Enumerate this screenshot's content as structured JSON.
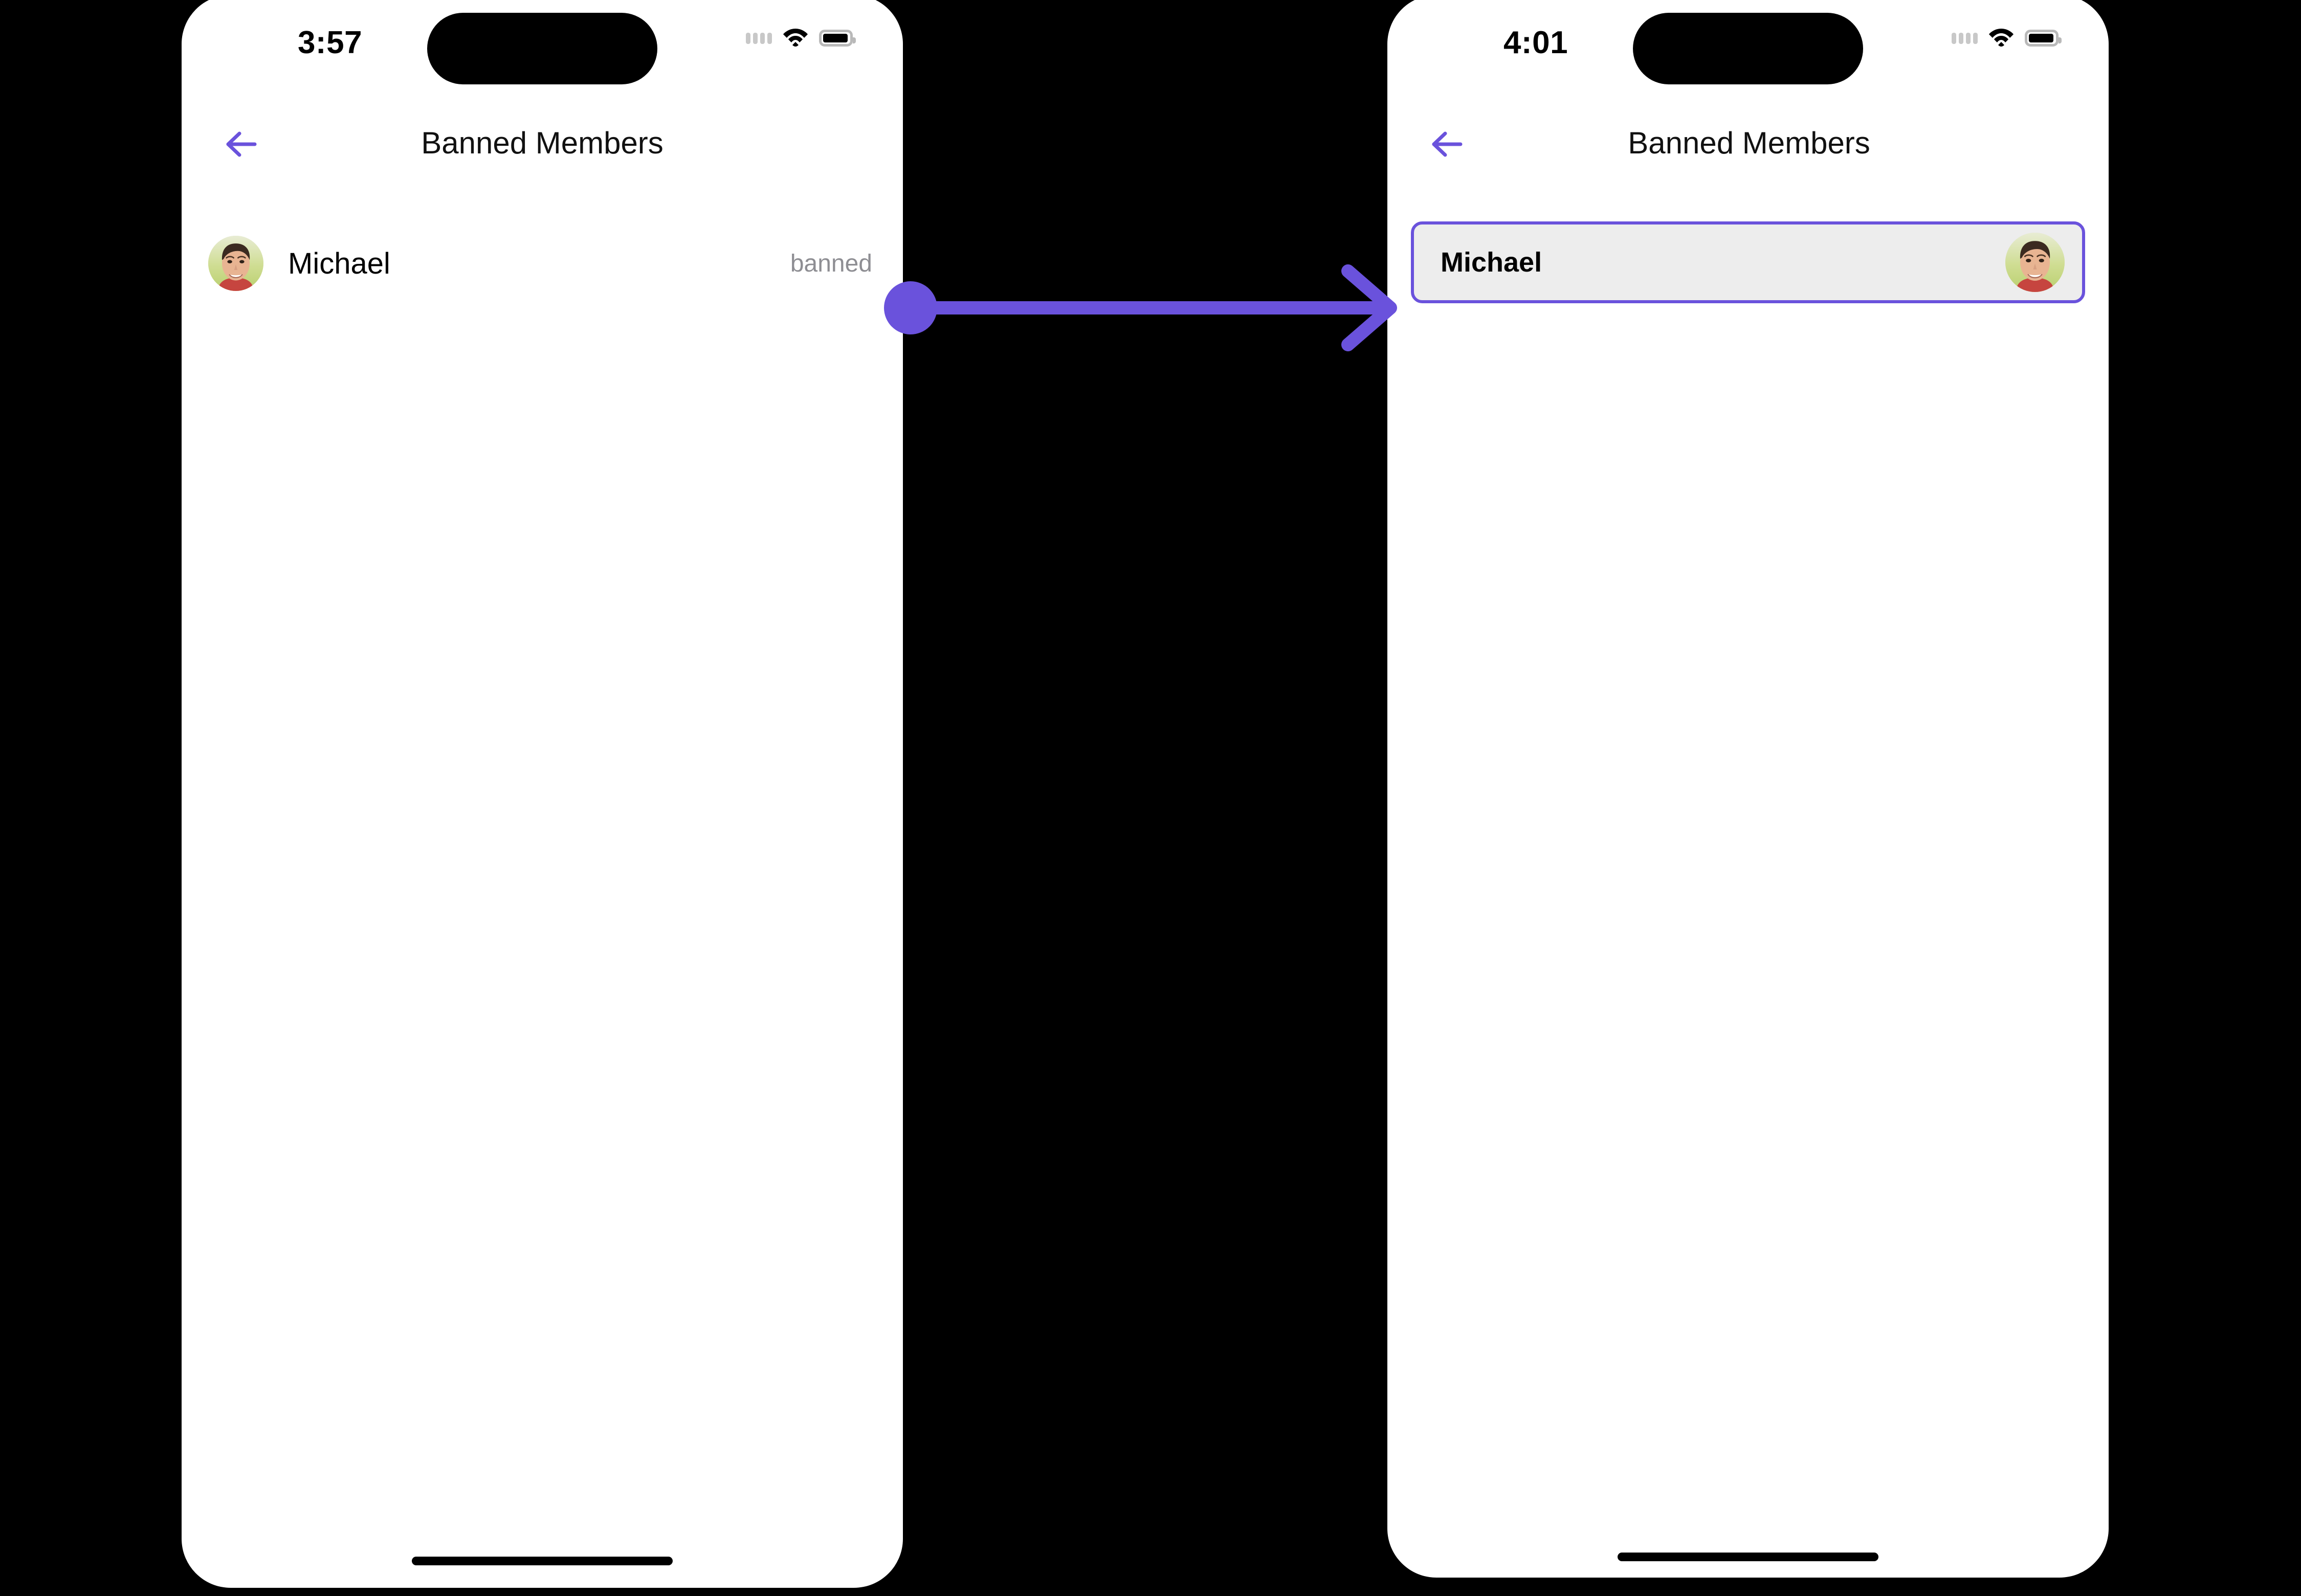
{
  "screens": [
    {
      "id": "before",
      "status_bar": {
        "time": "3:57",
        "cellular_icon": "cellular-dots-icon",
        "wifi_icon": "wifi-icon",
        "battery_icon": "battery-icon"
      },
      "header": {
        "back_icon": "back-arrow-icon",
        "title": "Banned Members"
      },
      "list": {
        "rows": [
          {
            "avatar_icon": "user-avatar-michael",
            "name": "Michael",
            "status": "banned"
          }
        ]
      },
      "home_indicator": "home-indicator"
    },
    {
      "id": "after",
      "status_bar": {
        "time": "4:01",
        "cellular_icon": "cellular-dots-icon",
        "wifi_icon": "wifi-icon",
        "battery_icon": "battery-icon"
      },
      "header": {
        "back_icon": "back-arrow-icon",
        "title": "Banned Members"
      },
      "list": {
        "rows": [
          {
            "avatar_icon": "user-avatar-michael",
            "name": "Michael",
            "selected": true
          }
        ]
      },
      "home_indicator": "home-indicator"
    }
  ],
  "annotation": {
    "type": "click-and-transition-arrow",
    "start_marker": "filled-circle",
    "end_marker": "arrowhead",
    "color": "#6a52dc"
  },
  "colors": {
    "accent_purple": "#6a52dc",
    "background": "#000000",
    "phone_screen": "#ffffff",
    "card_fill": "#ededed",
    "muted_text": "#8e8e93",
    "primary_text": "#000000"
  }
}
